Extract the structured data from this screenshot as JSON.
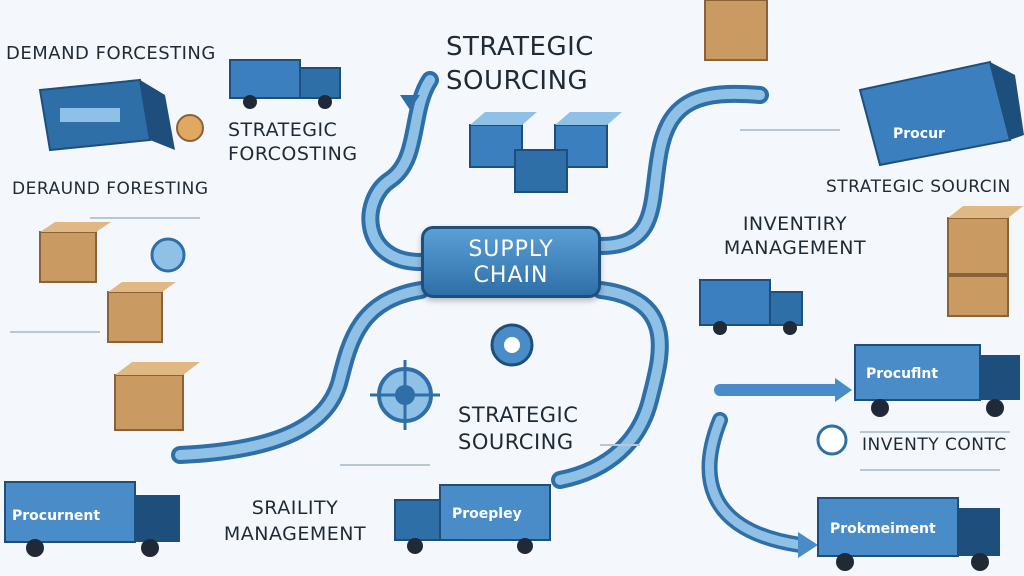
{
  "hub": {
    "line1": "SUPPLY",
    "line2": "CHAIN"
  },
  "labels": {
    "demand_forecasting_top": "Demand Forcesting",
    "strategic_forcosting": "Strategic Forcosting",
    "demand_forecasting_mid": "Deraund Foresting",
    "strategic_sourcing_top": "Strategic Sourcing",
    "strategic_sourcing_right": "Strategic Sourcin",
    "inventory_management": "Inventiry Management",
    "strategic_sourcing_center": "Strategic Sourcing",
    "inventory_control": "Inventy Contc",
    "quality_management": "Sraility Management"
  },
  "vehicle_signs": {
    "procurement_left": "Procurnent",
    "procurement_right": "Procuflnt",
    "procurement_bottom": "Prokmeiment",
    "truck_center": "Proepley",
    "container_top_right": "Procur"
  },
  "colors": {
    "path_blue": "#4a8cc7",
    "path_light": "#8fc0e6",
    "dark_blue": "#1e4f7c",
    "box_brown": "#c99a62",
    "background": "#f4f8fc"
  }
}
